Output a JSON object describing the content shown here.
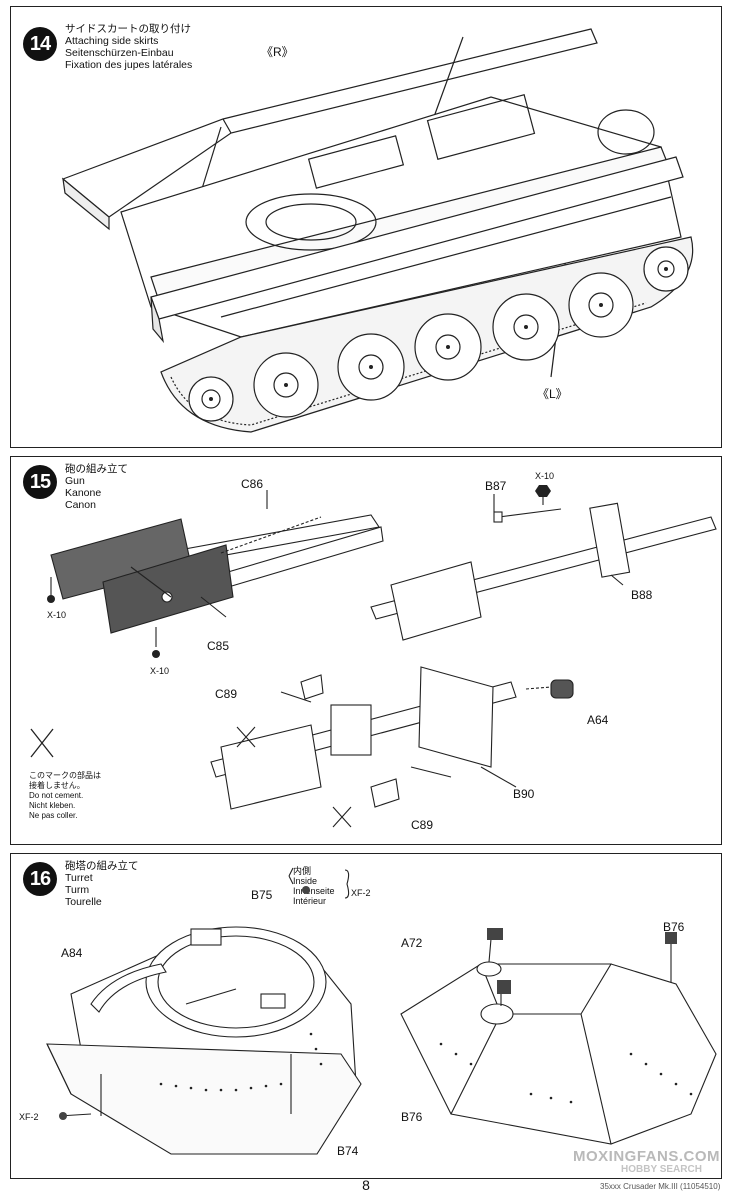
{
  "page_number": "8",
  "footer_code": "35xxx Crusader Mk.III (11054510)",
  "watermark": {
    "site": "MOXINGFANS.COM",
    "search": "HOBBY SEARCH"
  },
  "step14": {
    "number": "14",
    "titles": [
      "サイドスカートの取り付け",
      "Attaching side skirts",
      "Seitenschürzen-Einbau",
      "Fixation des jupes latérales"
    ],
    "labels": {
      "right": "《R》",
      "left": "《L》"
    }
  },
  "step15": {
    "number": "15",
    "titles": [
      "砲の組み立て",
      "Gun",
      "Kanone",
      "Canon"
    ],
    "parts": {
      "c86": "C86",
      "c85": "C85",
      "b87": "B87",
      "b88": "B88",
      "x10a": "X-10",
      "x10b": "X-10",
      "x10c": "X-10",
      "c89a": "C89",
      "c89b": "C89",
      "a64": "A64",
      "b90": "B90"
    },
    "no_cement": [
      "このマークの部品は",
      "接着しません。",
      "Do not cement.",
      "Nicht kleben.",
      "Ne pas coller."
    ]
  },
  "step16": {
    "number": "16",
    "titles": [
      "砲塔の組み立て",
      "Turret",
      "Turm",
      "Tourelle"
    ],
    "parts": {
      "b75": "B75",
      "a84": "A84",
      "b74": "B74",
      "xf2a": "XF-2",
      "a72": "A72",
      "b76a": "B76",
      "b76b": "B76"
    },
    "paint": {
      "inside": [
        "内側",
        "Inside",
        "Innenseite",
        "Intérieur"
      ],
      "color": "XF-2"
    }
  },
  "colors": {
    "line": "#222222",
    "part_dark": "#555555",
    "panel_border": "#222222"
  }
}
